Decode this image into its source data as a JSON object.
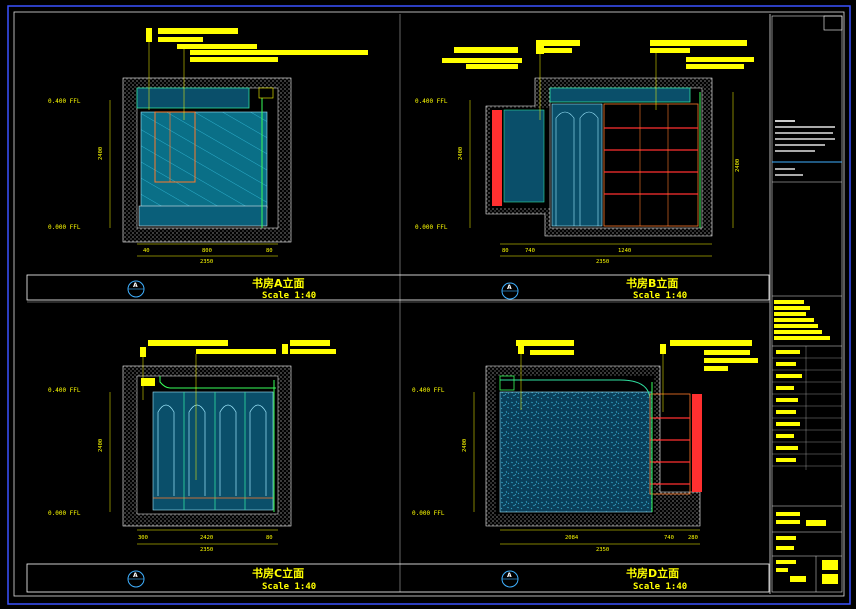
{
  "views": [
    {
      "title": "书房A立面",
      "scale": "Scale 1:40",
      "marker": "A",
      "level_top": "0.400 FFL",
      "level_bottom": "0.000 FFL",
      "dims": [
        "40",
        "800",
        "80"
      ],
      "total": "2350",
      "height": "2400"
    },
    {
      "title": "书房B立面",
      "scale": "Scale 1:40",
      "marker": "A",
      "level_top": "0.400 FFL",
      "level_bottom": "0.000 FFL",
      "dims": [
        "80",
        "740",
        "1240"
      ],
      "total": "2350",
      "height": "2400"
    },
    {
      "title": "书房C立面",
      "scale": "Scale 1:40",
      "marker": "A",
      "level_top": "0.400 FFL",
      "level_bottom": "0.000 FFL",
      "dims": [
        "300",
        "2420",
        "80"
      ],
      "total": "2350",
      "height": "2400"
    },
    {
      "title": "书房D立面",
      "scale": "Scale 1:40",
      "marker": "A",
      "level_top": "0.400 FFL",
      "level_bottom": "0.000 FFL",
      "dims": [
        "2084",
        "740",
        "280"
      ],
      "total": "2350",
      "height": "2400"
    }
  ]
}
